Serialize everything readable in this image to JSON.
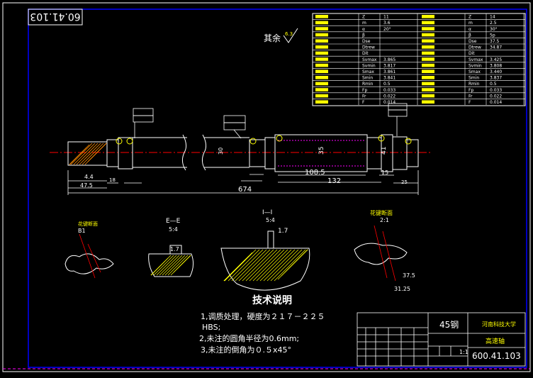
{
  "drawing_number": "60.41.103",
  "rotated_number": "60.41.103",
  "surface_note": {
    "label": "其余",
    "value": "6.3"
  },
  "table_left": {
    "rows": [
      [
        "Z",
        "11"
      ],
      [
        "m",
        "3.6"
      ],
      [
        "α",
        "20°"
      ],
      [
        "β",
        ""
      ],
      [
        "Dse",
        ""
      ],
      [
        "Dtrew",
        ""
      ],
      [
        "Dit",
        ""
      ],
      [
        "Svmax",
        "3.865"
      ],
      [
        "Svmin",
        "3.817"
      ],
      [
        "Smax",
        "3.861"
      ],
      [
        "Smin",
        "3.841"
      ],
      [
        "Rmin",
        "0.5"
      ],
      [
        "Fp",
        "0.033"
      ],
      [
        "Fr",
        "0.022"
      ],
      [
        "F",
        "0.014"
      ]
    ]
  },
  "table_right": {
    "rows": [
      [
        "Z",
        "14"
      ],
      [
        "m",
        "2.5"
      ],
      [
        "α",
        "30°"
      ],
      [
        "β",
        "5p"
      ],
      [
        "Dse",
        "37.5"
      ],
      [
        "Dtrew",
        "34.87"
      ],
      [
        "Dit",
        ""
      ],
      [
        "Svmax",
        "3.425"
      ],
      [
        "Svmin",
        "3.808"
      ],
      [
        "Smax",
        "3.440"
      ],
      [
        "Smin",
        "3.837"
      ],
      [
        "Rmin",
        "0.5"
      ],
      [
        "Fp",
        "0.033"
      ],
      [
        "Fr",
        "0.022"
      ],
      [
        "F",
        "0.014"
      ]
    ]
  },
  "dims": {
    "total": "674",
    "d44": "4.4",
    "d479": "47.5",
    "d18": "18",
    "d1085": "108.5",
    "d132": "132",
    "d15": "15",
    "d255": "25",
    "d30": "30",
    "d35": "35",
    "d41": "41"
  },
  "sections": {
    "a_title": "花键断面",
    "a_scale": "B1",
    "b_title": "E—E",
    "b_scale": "5:4",
    "b_dim": "1.7",
    "c_title": "I—I",
    "c_scale": "5:4",
    "c_dim": "1.7",
    "d_title": "花键断面",
    "d_scale": "2:1",
    "d_dim1": "37.5",
    "d_dim2": "31.25"
  },
  "tech": {
    "title": "技术说明",
    "line1": "1,调质处理，硬度为２１７－２２５",
    "line1b": "HBS;",
    "line2": "2,未注的圆角半径为0.6mm;",
    "line3": "3,未注的倒角为０.５x45°"
  },
  "title_block": {
    "material": "45钢",
    "school": "河南科技大学",
    "part_name": "高速轴",
    "scale": "1:1",
    "number": "600.41.103"
  },
  "colors": {
    "frame": "#0000ff",
    "line": "#ffffff",
    "text": "#ffff00",
    "center": "#ff0000",
    "hatch": "#ffff00"
  }
}
